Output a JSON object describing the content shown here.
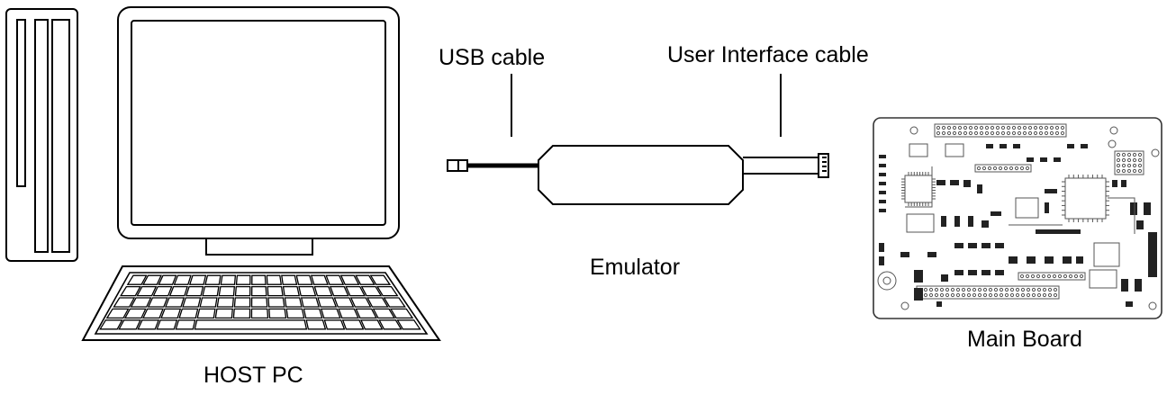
{
  "labels": {
    "usb_cable": "USB cable",
    "user_interface_cable": "User Interface cable",
    "emulator": "Emulator",
    "main_board": "Main Board",
    "host_pc": "HOST PC"
  },
  "colors": {
    "line": "#000000",
    "background": "#ffffff",
    "board_detail": "#555555"
  },
  "icons": [
    "pc-tower-icon",
    "monitor-icon",
    "keyboard-icon",
    "usb-plug-icon",
    "emulator-icon",
    "connector-icon",
    "circuit-board-icon"
  ]
}
